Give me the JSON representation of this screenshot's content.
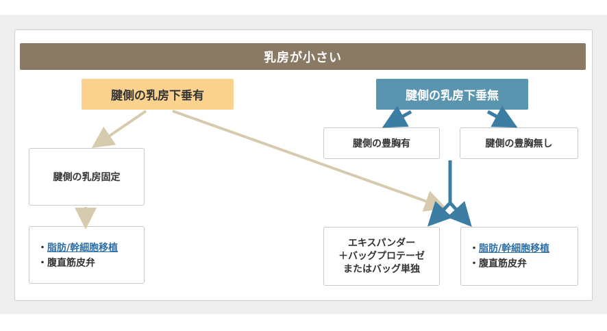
{
  "title": "乳房が小さい",
  "left_branch": {
    "header": "腱側の乳房下垂有",
    "step1": "腱側の乳房固定",
    "bullet": "・",
    "options": [
      "脂肪/幹細胞移植",
      "腹直筋皮弁"
    ]
  },
  "right_branch": {
    "header": "腱側の乳房下垂無",
    "sub_left": "腱側の豊胸有",
    "sub_right": "腱側の豊胸無し",
    "expander_lines": [
      "エキスパンダー",
      "＋バッグプロテーゼ",
      "またはバッグ単独"
    ],
    "bullet": "・",
    "options": [
      "脂肪/幹細胞移植",
      "腹直筋皮弁"
    ]
  },
  "colors": {
    "title_bg": "#8a7a64",
    "left_header_bg": "#fcd28f",
    "right_header_bg": "#5a95b0",
    "left_arrow": "#d6cbae",
    "right_arrow": "#3c7ea3",
    "link": "#2f6fa8"
  }
}
